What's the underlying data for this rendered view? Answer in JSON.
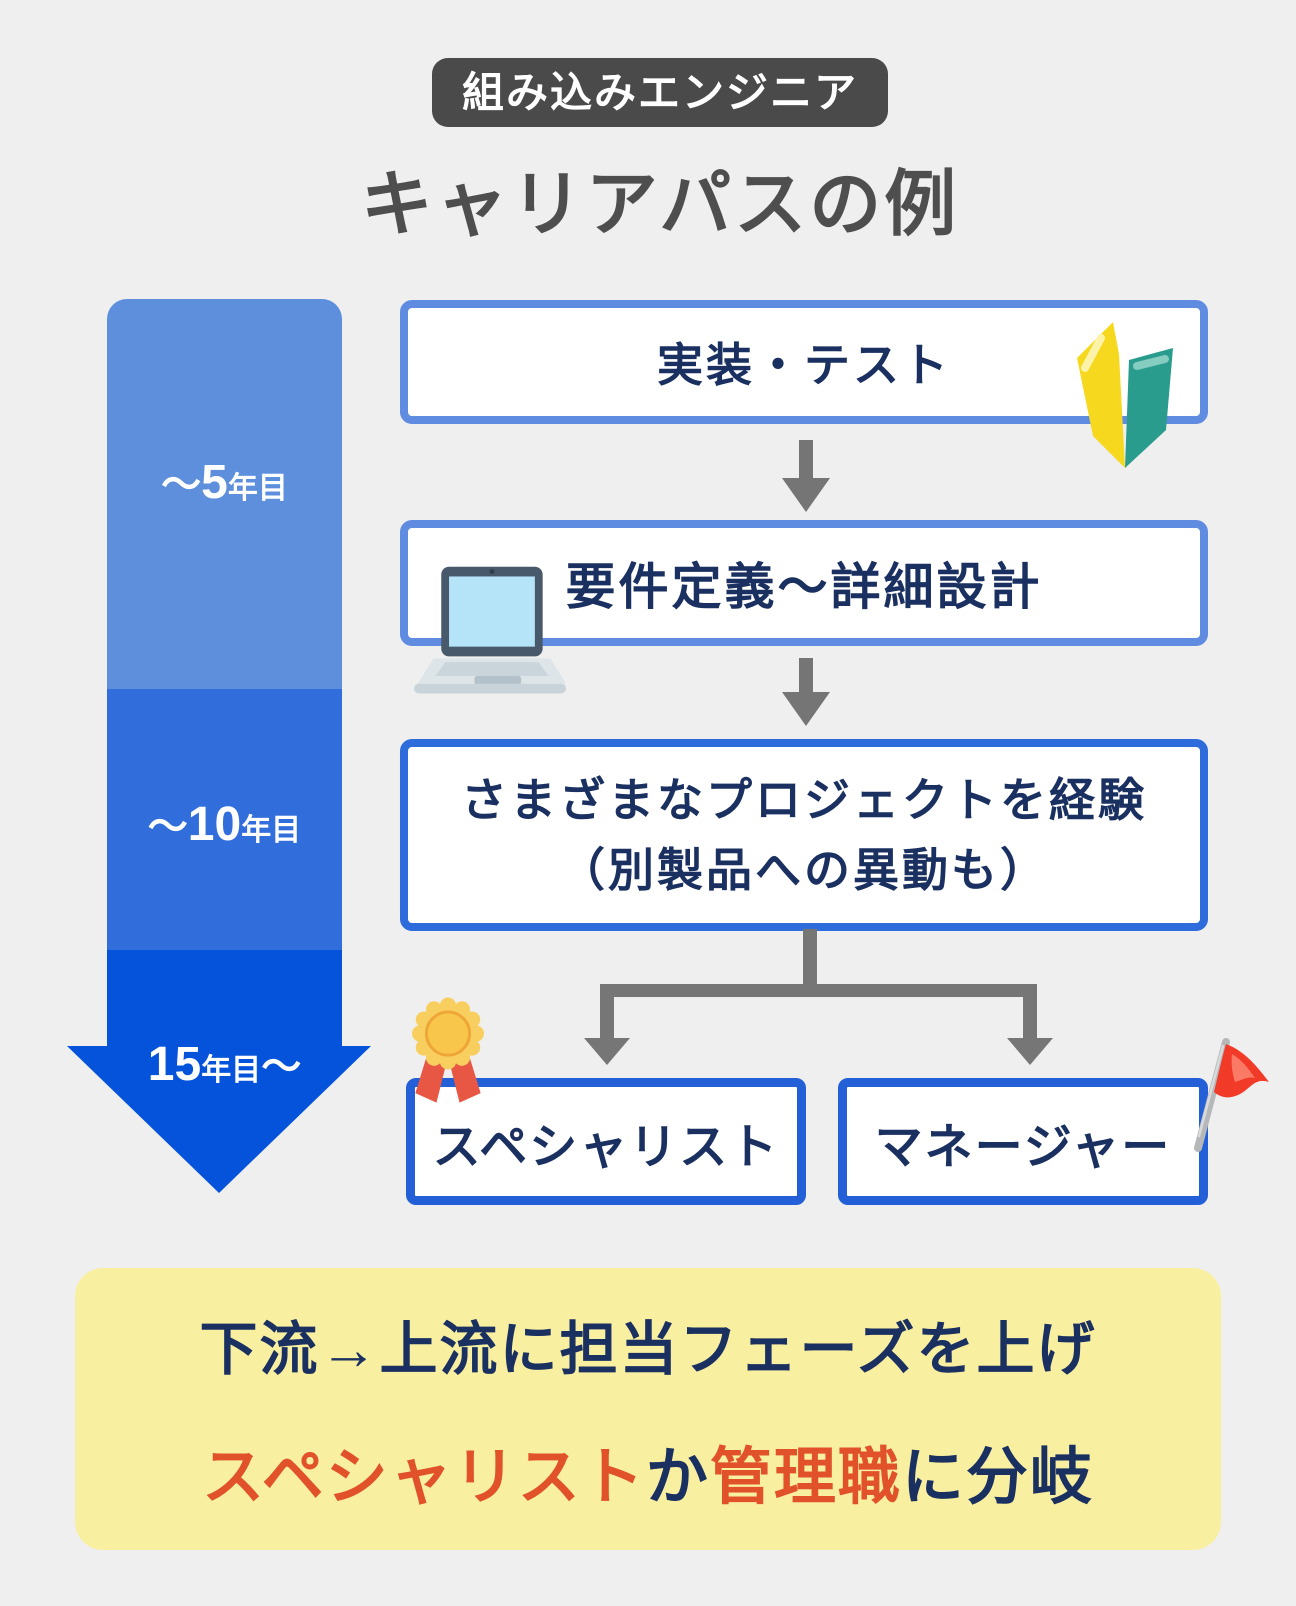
{
  "header": {
    "badge": "組み込みエンジニア",
    "title": "キャリアパスの例"
  },
  "timeline": {
    "segments": [
      {
        "label_prefix": "〜",
        "label_number": "5",
        "label_unit": "年目",
        "label_suffix": "",
        "color": "#5e8fdc"
      },
      {
        "label_prefix": "〜",
        "label_number": "10",
        "label_unit": "年目",
        "label_suffix": "",
        "color": "#316edb"
      },
      {
        "label_prefix": "",
        "label_number": "15",
        "label_unit": "年目",
        "label_suffix": "〜",
        "color": "#0453da"
      }
    ]
  },
  "flow": {
    "steps": [
      {
        "label": "実装・テスト",
        "icon": "beginner-mark-icon"
      },
      {
        "label": "要件定義〜詳細設計",
        "icon": "laptop-icon"
      },
      {
        "label_line1": "さまざまなプロジェクトを経験",
        "label_line2": "（別製品への異動も）",
        "icon": ""
      }
    ],
    "branches": [
      {
        "label": "スペシャリスト",
        "icon": "medal-icon"
      },
      {
        "label": "マネージャー",
        "icon": "flag-icon"
      }
    ]
  },
  "summary": {
    "line1": "下流→上流に担当フェーズを上げ",
    "line2_segments": [
      {
        "text": "スペシャリスト",
        "color": "#e1512a"
      },
      {
        "text": "か",
        "color": "#1a3060"
      },
      {
        "text": "管理職",
        "color": "#e1512a"
      },
      {
        "text": "に分岐",
        "color": "#1a3060"
      }
    ]
  },
  "palette": {
    "background": "#efefef",
    "badge_bg": "#4a4a4a",
    "title_color": "#4e4e4e",
    "navy_text": "#1a3060",
    "box_border_light": "#5f8ce0",
    "box_border_mid": "#2e6bdb",
    "box_border_deep": "#2360d8",
    "connector_gray": "#767676",
    "summary_bg": "#f9efa1",
    "summary_orange": "#e1512a",
    "timeline_blues": [
      "#5e8fdc",
      "#316edb",
      "#0453da"
    ]
  }
}
